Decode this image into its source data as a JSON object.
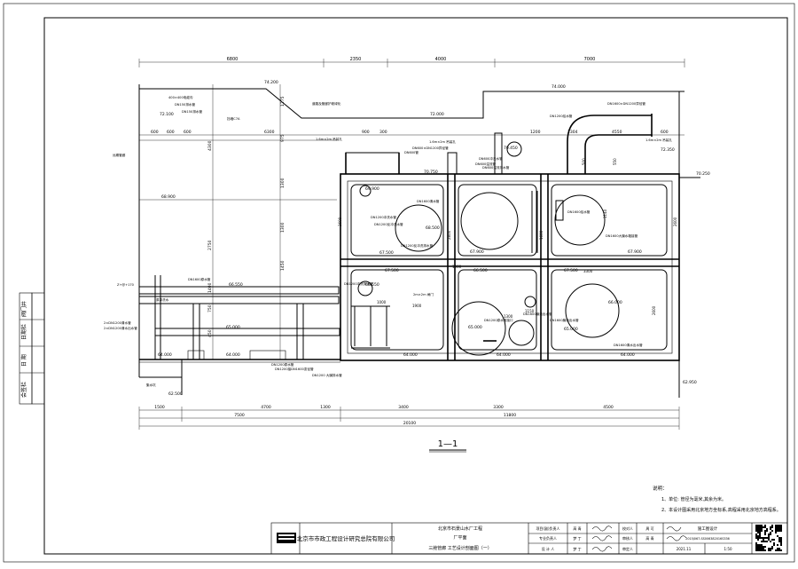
{
  "title_block": {
    "company": "北京市市政工程设计研究总院有限公司",
    "project": "北京市石景山水厂工程",
    "subproject": "厂平面",
    "drawing_title": "三舱管廊 工艺设计剖面图（一）",
    "roles": [
      "项目(副)负责人",
      "专业负责人",
      "设 计 人",
      "校对人",
      "审核人",
      "审定人"
    ],
    "names": [
      "高 青",
      "梦 丁",
      "梦 丁",
      "周 可",
      "高 青",
      ""
    ],
    "stage_label": "施工图设计",
    "drawing_no": "2015J067-SS006382016S336",
    "date": "2021.11",
    "scale": "1:50"
  },
  "left_strip": [
    "会签栏",
    "日 期",
    "日期栏",
    "阀门井"
  ],
  "section_label": "1—1",
  "notes": {
    "heading": "说明：",
    "lines": [
      "1、单位: 管径为毫米,其余为米。",
      "2、本设计图采用北京地方坐标系,高程采用北京地方高程系。"
    ]
  },
  "top_dims": [
    "6800",
    "2350",
    "4000",
    "7000"
  ],
  "dims_row2": [
    "600",
    "600",
    "600",
    "6300",
    "900",
    "300",
    "1200",
    "1304",
    "4550",
    "600"
  ],
  "bottom_dims_row1": [
    "1500",
    "4700",
    "1300",
    "3400",
    "3300",
    "4500"
  ],
  "bottom_dims_row2": [
    "7500",
    "11800"
  ],
  "bottom_total": "20100",
  "vert_dims": [
    "1275",
    "975",
    "4300",
    "1300",
    "2750",
    "1300",
    "1400",
    "450",
    "750",
    "1450"
  ],
  "inner_dims": [
    "2600",
    "2600",
    "1900",
    "1000",
    "2600",
    "3300",
    "1140",
    "550",
    "500",
    "1000",
    "2800",
    "1600",
    "1300",
    "1150"
  ],
  "elevations": [
    "74.200",
    "74.000",
    "72.000",
    "72.100",
    "70.450",
    "70.750",
    "69.900",
    "68.900",
    "68.500",
    "67.900",
    "67.900",
    "67.500",
    "67.500",
    "67.500",
    "66.550",
    "66.550",
    "66.500",
    "66.000",
    "65.000",
    "65.000",
    "65.000",
    "64.000",
    "64.000",
    "64.000",
    "64.000",
    "64.000",
    "62.950",
    "62.500",
    "72.350",
    "70.250"
  ],
  "labels": [
    "400×400电缆沟",
    "DN150排水管",
    "DN150排水管",
    "挡墙C7A",
    "道路及管廊护坡绿化",
    "1.6m×2m 吊装孔",
    "1.6m×2m 吊装孔",
    "1.6m×2m 吊装孔",
    "DN600×DN1200异径管",
    "DN1600×DN1200异径管",
    "DN1200冲洗水管",
    "DN1200反冲洗水管",
    "DN1200反冲洗排水管",
    "DN600溢流管",
    "DN600冲洗水管",
    "DN1600大膜水箱接管",
    "DN1200给水管",
    "DN1600给水管",
    "DN1600清水管",
    "DN600溢流排水管",
    "DN600管",
    "2m×2m 闸门",
    "DN1200冲洗排水管",
    "DN1200原水管",
    "DN1200 大膜排水管",
    "DN1600膜池出水管",
    "DN1600膜池出水管",
    "DN1600原水管",
    "DN1600清水出水管",
    "DN1200接DN1600变径管",
    "2×DN1200清水管",
    "2×DN1200清水出水管",
    "远期管廊",
    "集水坑",
    "原冲洗水",
    "DN1200原水管接口",
    "Z+@+170"
  ]
}
